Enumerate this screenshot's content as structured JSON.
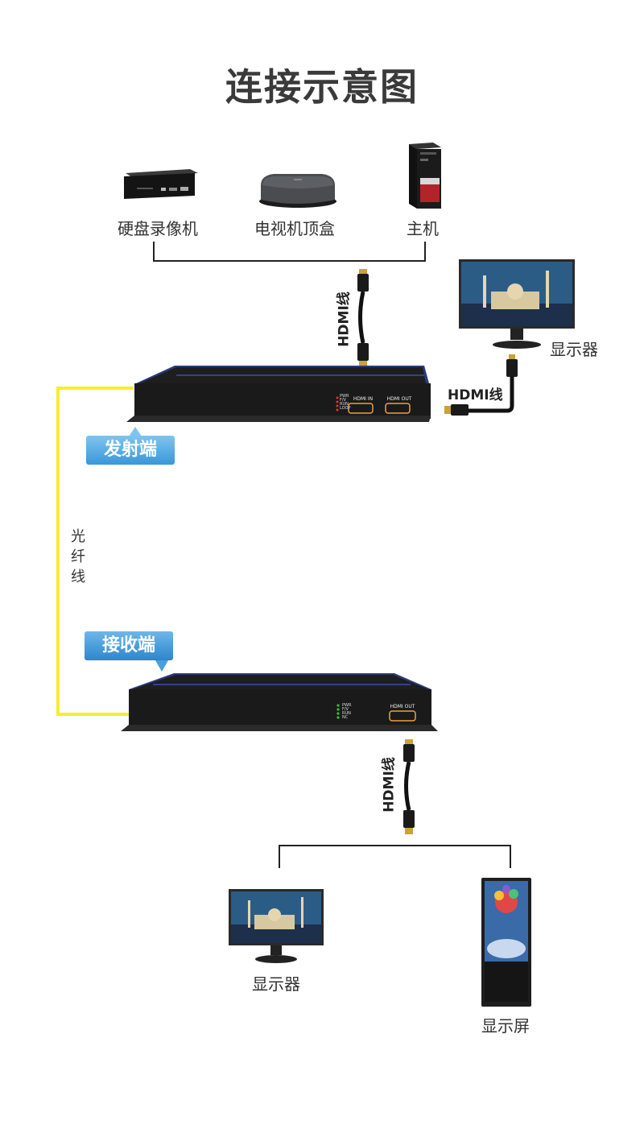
{
  "title": "连接示意图",
  "sources": [
    {
      "label": "硬盘录像机",
      "icon": "dvr-icon"
    },
    {
      "label": "电视机顶盒",
      "icon": "set-top-box-icon"
    },
    {
      "label": "主机",
      "icon": "pc-tower-icon"
    }
  ],
  "cables": {
    "hdmi_top": "HDMI线",
    "hdmi_right": "HDMI线",
    "hdmi_bottom": "HDMI线",
    "fiber_chars": [
      "光",
      "纤",
      "线"
    ]
  },
  "transmitter": {
    "tag": "发射端",
    "leds": [
      "PWR",
      "F/V",
      "RUN",
      "LOOP"
    ],
    "ports": [
      "HDMI IN",
      "HDMI OUT"
    ]
  },
  "receiver": {
    "tag": "接收端",
    "leds": [
      "PWR",
      "F/V",
      "RUN",
      "NC"
    ],
    "ports": [
      "HDMI OUT"
    ]
  },
  "displays": {
    "loop_monitor": "显示器",
    "rx_monitor": "显示器",
    "rx_screen": "显示屏"
  },
  "colors": {
    "fiber": "#f5ef2a",
    "device_body": "#1e1e1e",
    "device_accent": "#3a4fb0",
    "tag_blue": "#3a97d8",
    "led_red": "#e03a2a",
    "led_green": "#2fc14a"
  }
}
